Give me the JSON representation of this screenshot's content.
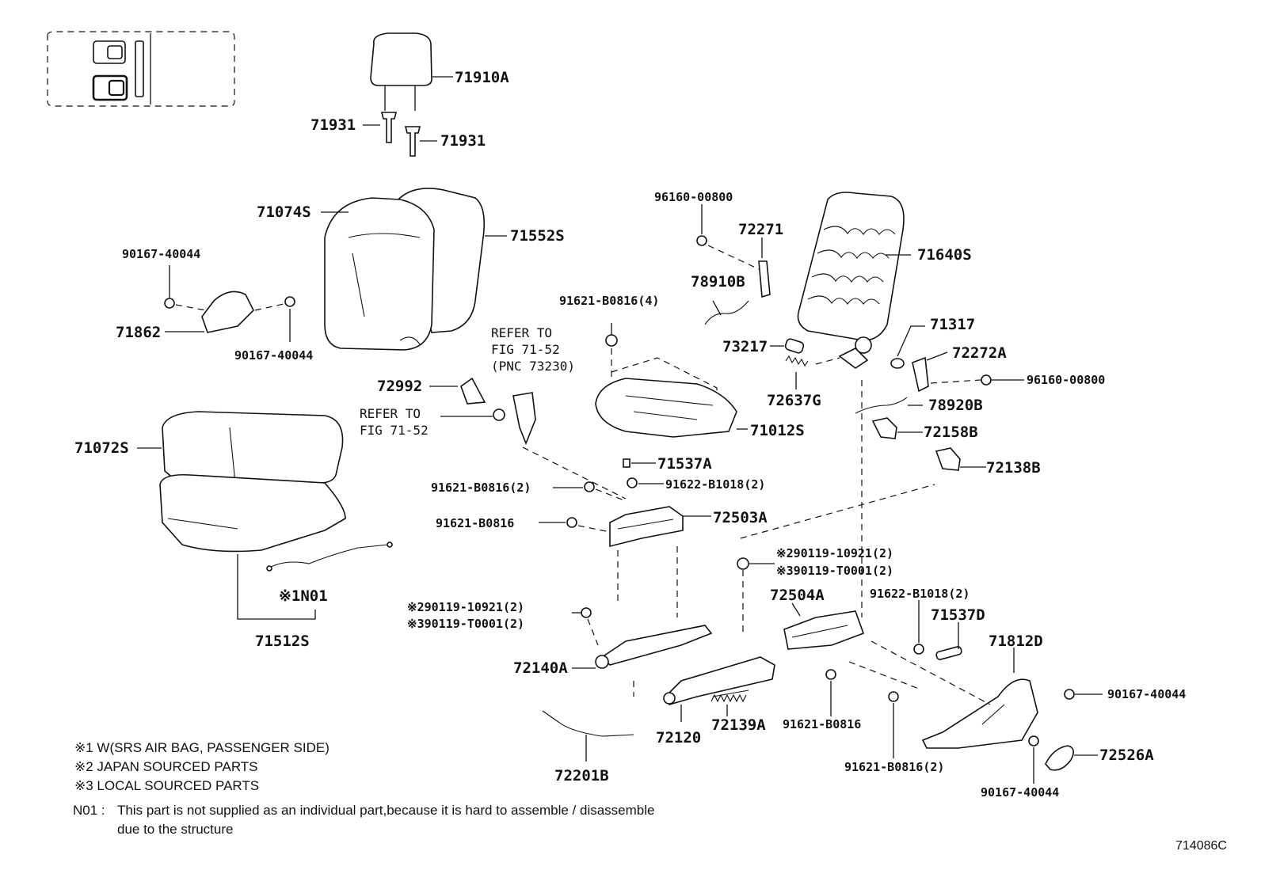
{
  "figure_code": "714086C",
  "location_key": {
    "icon": "seat-location-key-icon"
  },
  "parts": {
    "p71910A": "71910A",
    "p71931_a": "71931",
    "p71931_b": "71931",
    "p71074S": "71074S",
    "p71552S": "71552S",
    "p90167_40044_a": "90167-40044",
    "p71862": "71862",
    "p90167_40044_b": "90167-40044",
    "p72992": "72992",
    "p71072S": "71072S",
    "pN01": "※1N01",
    "p71512S": "71512S",
    "p91621_B0816_4": "91621-B0816(4)",
    "p71012S": "71012S",
    "p71537A": "71537A",
    "p91621_B0816_2a": "91621-B0816(2)",
    "p91622_B1018_2a": "91622-B1018(2)",
    "p91621_B0816_a": "91621-B0816",
    "p72503A": "72503A",
    "p90119_10921_2a": "※290119-10921(2)",
    "p90119_T0001_2a": "※390119-T0001(2)",
    "p72140A": "72140A",
    "p72120": "72120",
    "p72139A": "72139A",
    "p72201B": "72201B",
    "p96160_00800_a": "96160-00800",
    "p72271": "72271",
    "p71640S": "71640S",
    "p78910B": "78910B",
    "p71317": "71317",
    "p73217": "73217",
    "p72272A": "72272A",
    "p72637G": "72637G",
    "p96160_00800_b": "96160-00800",
    "p78920B": "78920B",
    "p72158B": "72158B",
    "p72138B": "72138B",
    "p90119_10921_2b": "※290119-10921(2)",
    "p90119_T0001_2b": "※390119-T0001(2)",
    "p72504A": "72504A",
    "p91622_B1018_2b": "91622-B1018(2)",
    "p71537D": "71537D",
    "p71812D": "71812D",
    "p90167_40044_c": "90167-40044",
    "p91621_B0816_b": "91621-B0816",
    "p91621_B0816_2b": "91621-B0816(2)",
    "p72526A": "72526A",
    "p90167_40044_d": "90167-40044"
  },
  "refer_1": {
    "line1": "REFER TO",
    "line2": "FIG 71-52",
    "line3": "(PNC 73230)"
  },
  "refer_2": {
    "line1": "REFER TO",
    "line2": "FIG 71-52"
  },
  "notes": {
    "n1": "※1 W(SRS AIR BAG, PASSENGER SIDE)",
    "n2": "※2 JAPAN SOURCED PARTS",
    "n3": "※3 LOCAL SOURCED PARTS",
    "n01_label": "N01 :",
    "n01_line1": "This part is not supplied as an individual part,because it is hard to assemble / disassemble",
    "n01_line2": "due to the structure"
  }
}
